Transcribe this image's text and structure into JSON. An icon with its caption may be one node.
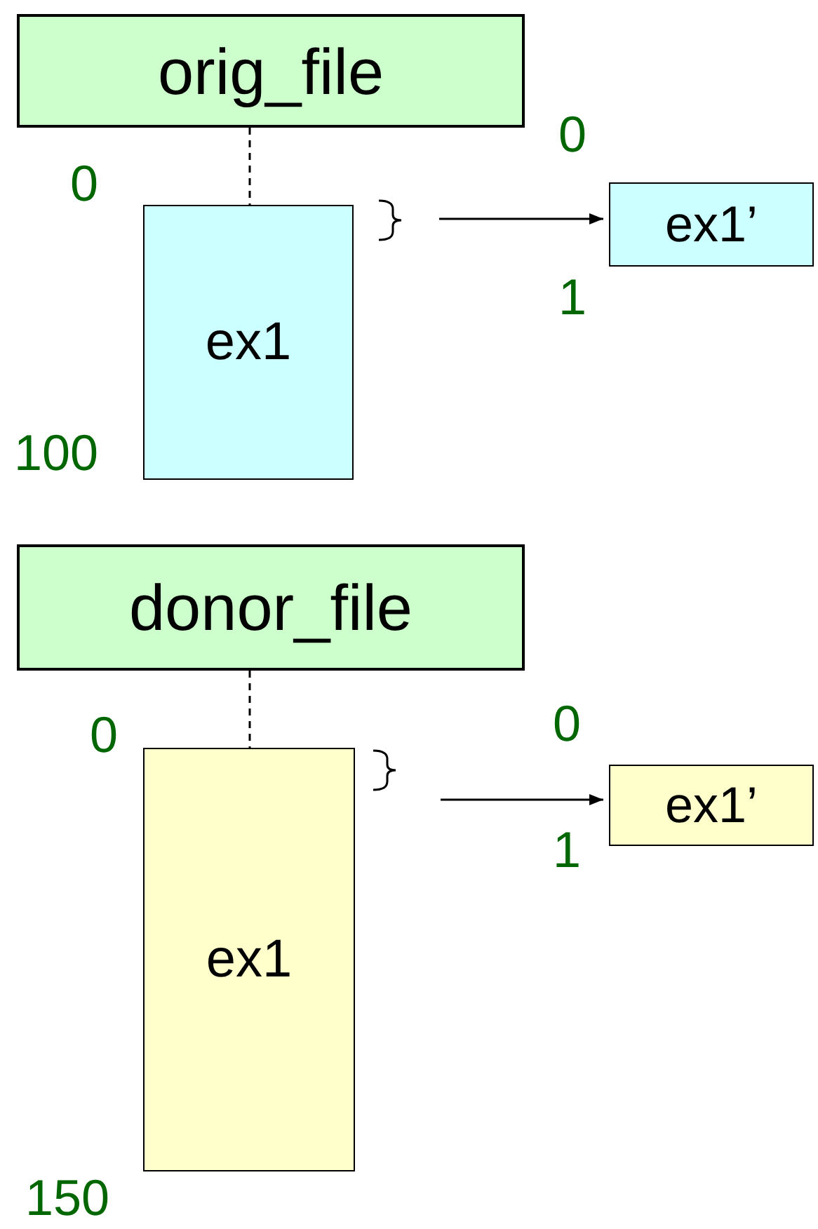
{
  "diagram": {
    "nodes": [
      {
        "text": [
          "orig_file"
        ]
      },
      {
        "text": [
          "ex1"
        ]
      },
      {
        "text": [
          "ex1’"
        ]
      },
      {
        "text": [
          "donor_file"
        ]
      },
      {
        "text": [
          "ex1"
        ]
      },
      {
        "text": [
          "ex1’"
        ]
      }
    ],
    "edges": [
      {
        "from": 0,
        "to": 1,
        "arrow": "none",
        "style": "dashed"
      },
      {
        "from": 1,
        "to": 2,
        "arrow": "to"
      },
      {
        "from": 3,
        "to": 4,
        "arrow": "none",
        "style": "dashed"
      },
      {
        "from": 4,
        "to": 5,
        "arrow": "to"
      }
    ],
    "labels": [
      "0",
      "0",
      "1",
      "100",
      "0",
      "0",
      "1",
      "150"
    ]
  }
}
